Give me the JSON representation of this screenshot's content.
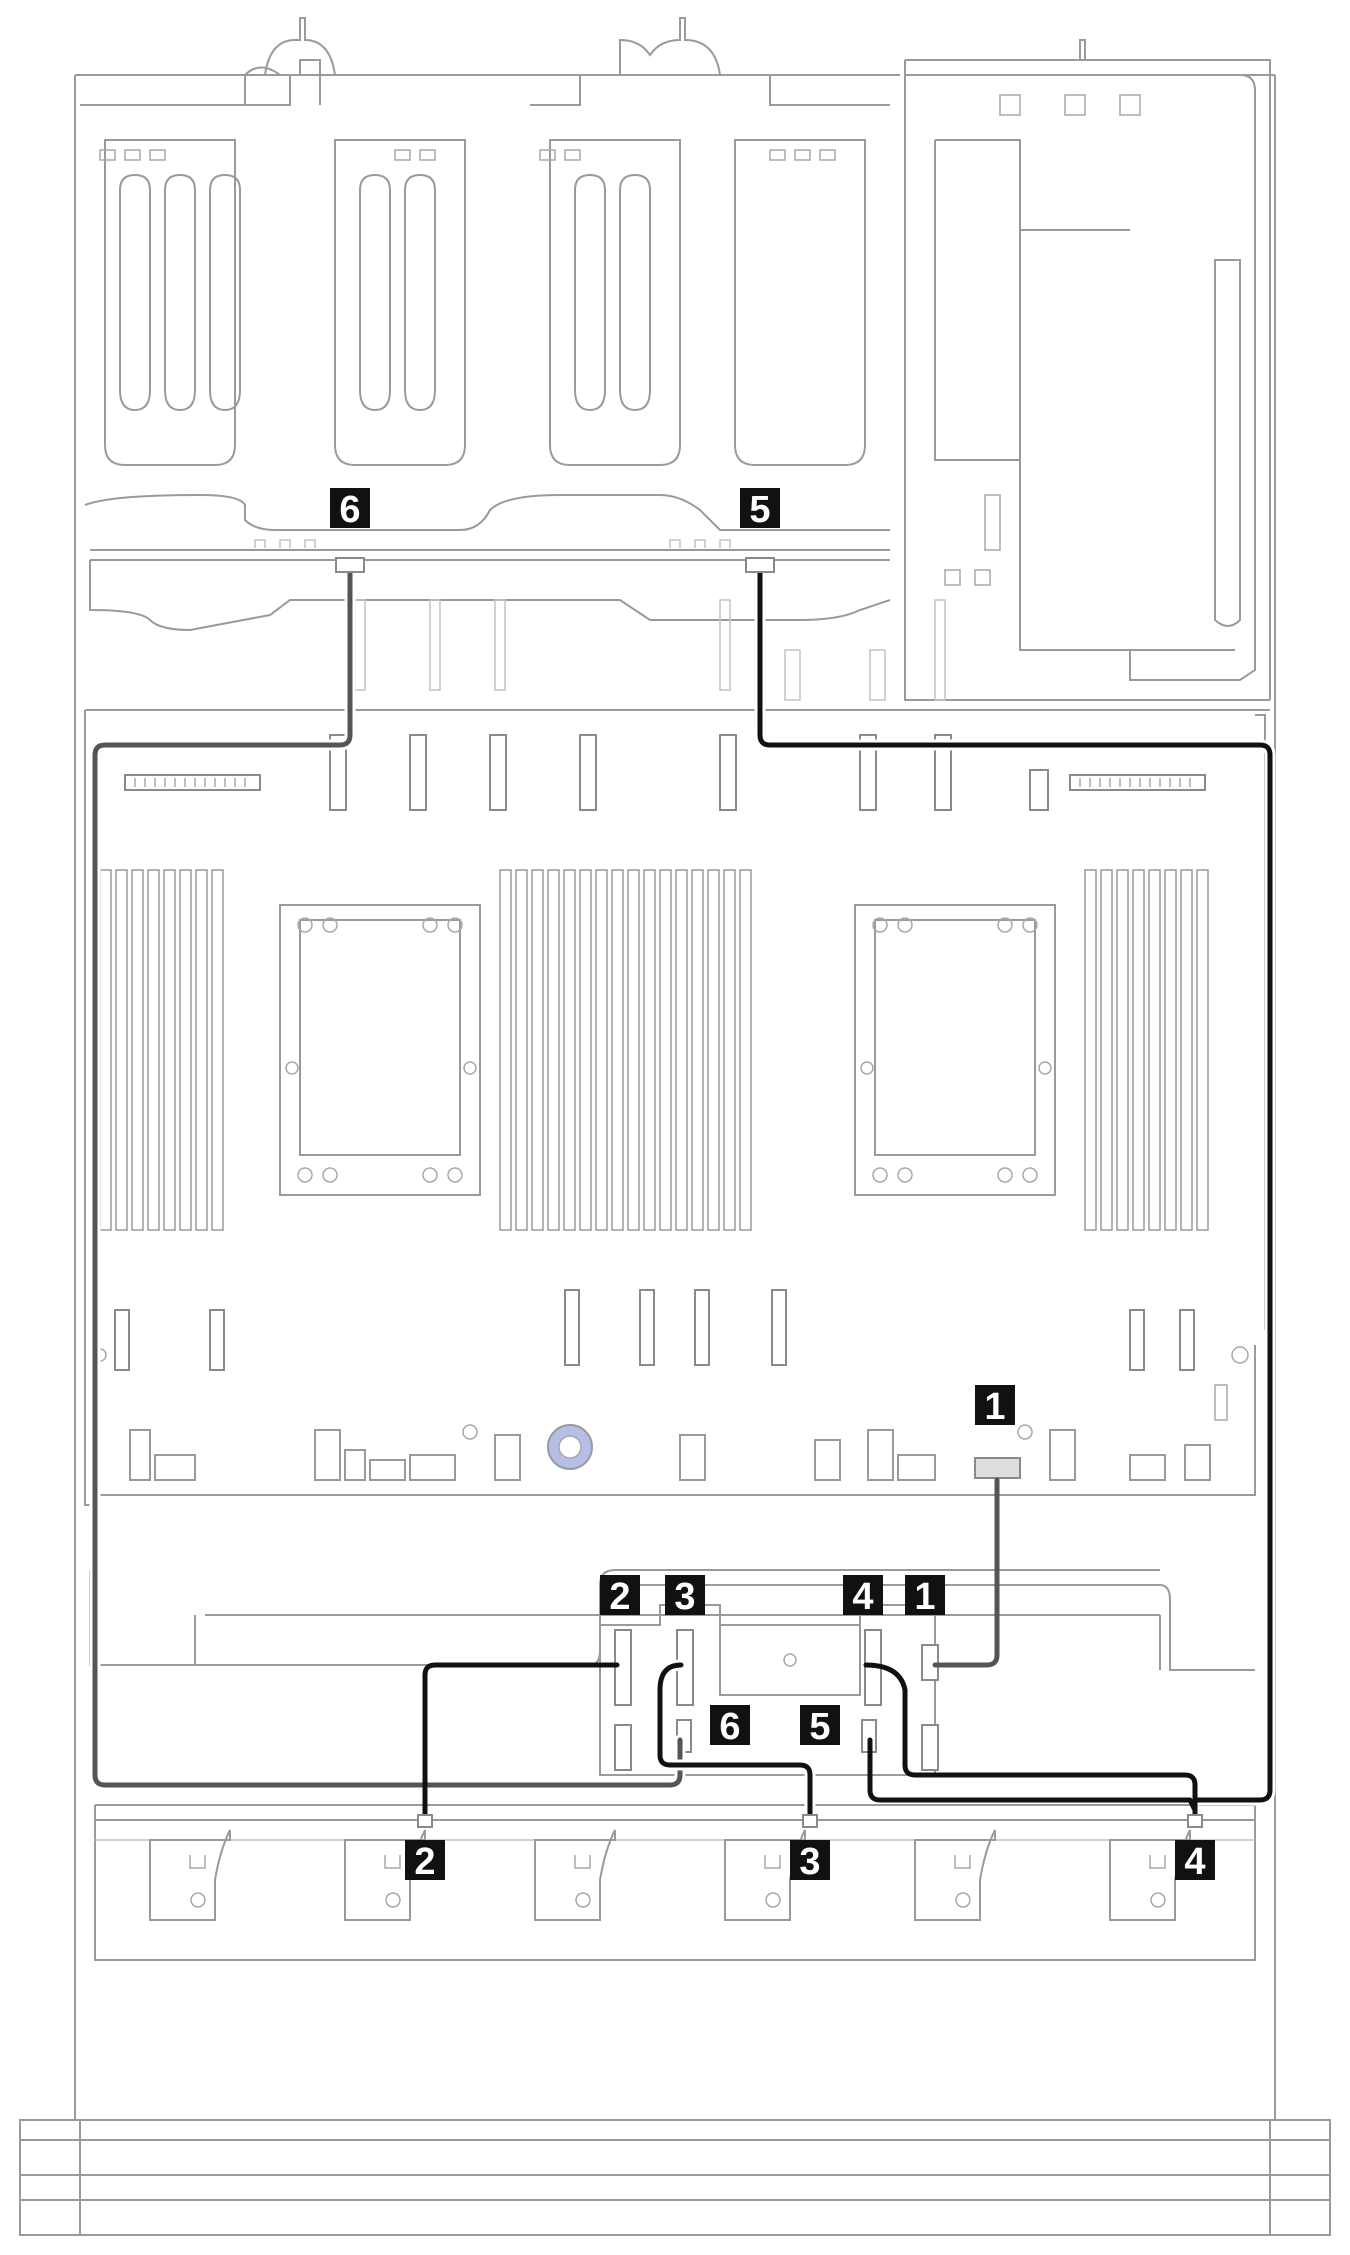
{
  "diagram": {
    "callouts": [
      {
        "id": "1",
        "label": "1"
      },
      {
        "id": "2",
        "label": "2"
      },
      {
        "id": "3",
        "label": "3"
      },
      {
        "id": "4",
        "label": "4"
      },
      {
        "id": "5",
        "label": "5"
      },
      {
        "id": "6",
        "label": "6"
      }
    ]
  },
  "colors": {
    "cable_primary": "#111111",
    "cable_secondary": "#555555",
    "outline": "#9a9a9a",
    "callout_background": "#111111",
    "callout_text": "#ffffff",
    "fan_hub_accent": "#b8bde6"
  }
}
